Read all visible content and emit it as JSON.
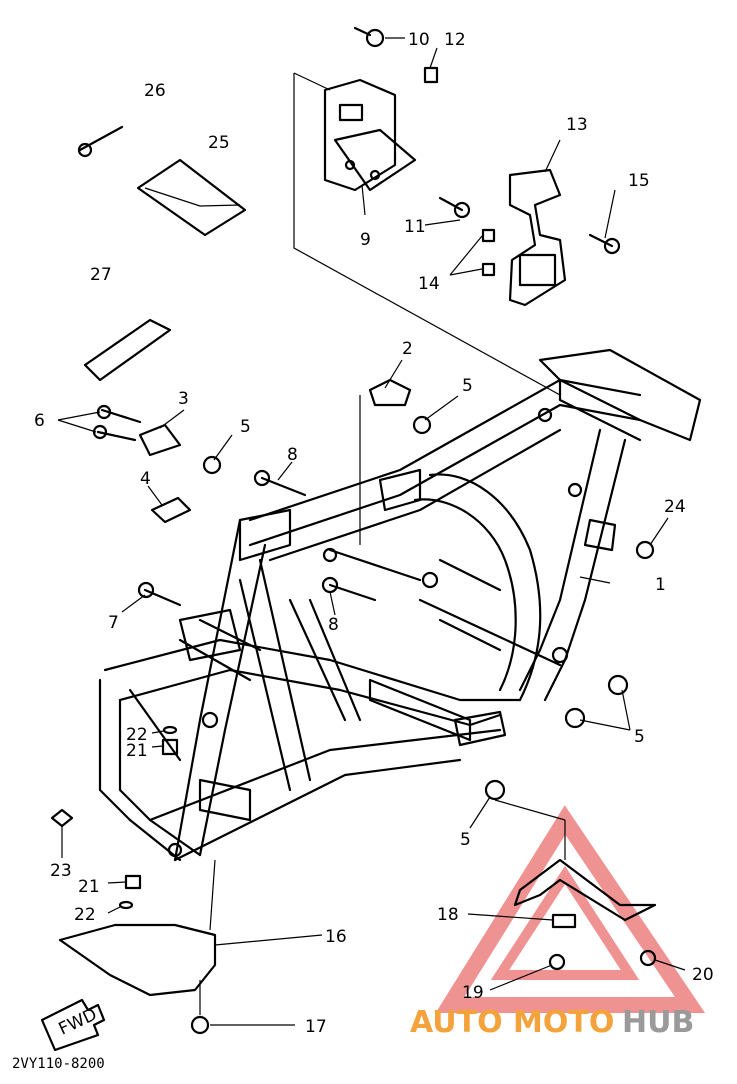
{
  "callouts": [
    "1",
    "2",
    "3",
    "4",
    "5",
    "6",
    "7",
    "8",
    "9",
    "10",
    "11",
    "12",
    "13",
    "14",
    "15",
    "16",
    "17",
    "18",
    "19",
    "20",
    "21",
    "22",
    "23",
    "24",
    "25",
    "26",
    "27"
  ],
  "direction_label": "FWD",
  "drawing_code": "2VY110-8200",
  "watermark": {
    "part1": "AUTO",
    "part2": "MOTO",
    "part3": "HUB"
  },
  "colors": {
    "line": "#000000",
    "watermark_orange": "#f4a23c",
    "watermark_gray": "#9a9a9a",
    "watermark_triangle": "#e23a3a"
  }
}
